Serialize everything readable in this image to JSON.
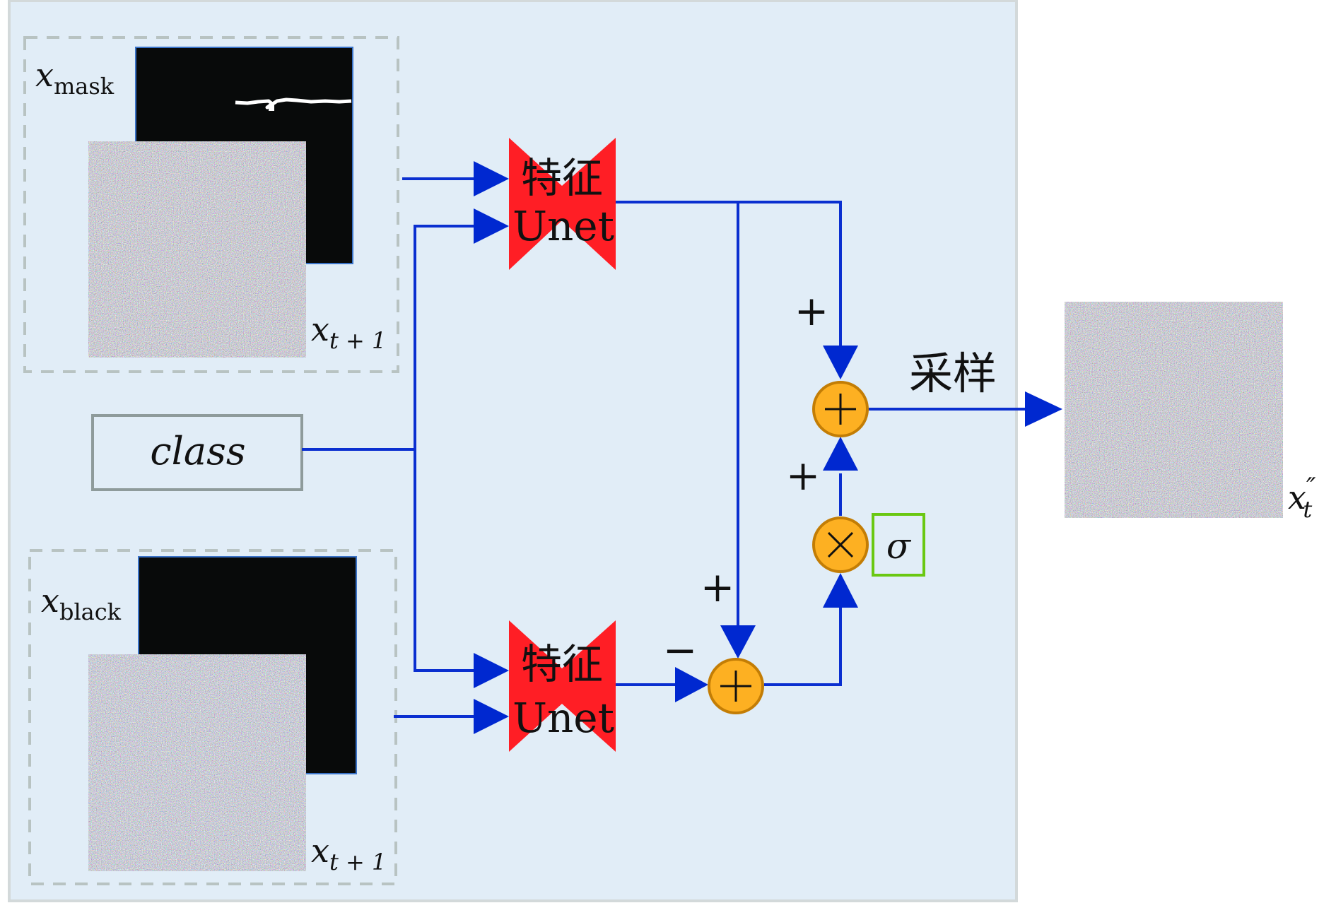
{
  "colors": {
    "panel_fill": "#e1edf7",
    "panel_border": "#d3d9da",
    "dashed_border": "#b8c3c2",
    "wire": "#0a2fd0",
    "unet_fill": "#ff1e25",
    "operator_fill": "#fdb022",
    "operator_border": "#c37d05",
    "sigma_border": "#6ac812",
    "class_border": "#8e9b9b",
    "image_border": "#3a73c8",
    "mask_bg": "#080a0a"
  },
  "inputs": {
    "top": {
      "mask_label_base": "x",
      "mask_label_sub": "mask",
      "noise_label_base": "x",
      "noise_label_sub": "t + 1"
    },
    "bottom": {
      "mask_label_base": "x",
      "mask_label_sub": "black",
      "noise_label_base": "x",
      "noise_label_sub": "t + 1"
    },
    "class_label": "class"
  },
  "unets": [
    {
      "line1": "特征",
      "line2": "Unet"
    },
    {
      "line1": "特征",
      "line2": "Unet"
    }
  ],
  "operators": {
    "sum_top": "+",
    "multiply": "×",
    "sum_bottom": "+"
  },
  "signs": {
    "top_right_into_sum": "+",
    "sigma_branch_into_sum": "+",
    "top_unet_into_bottom_sum": "+",
    "bottom_unet_into_bottom_sum": "−"
  },
  "sigma_label": "σ",
  "sampling_label": "采样",
  "output": {
    "label_base": "x",
    "label_sub": "t",
    "label_prime": "″"
  }
}
